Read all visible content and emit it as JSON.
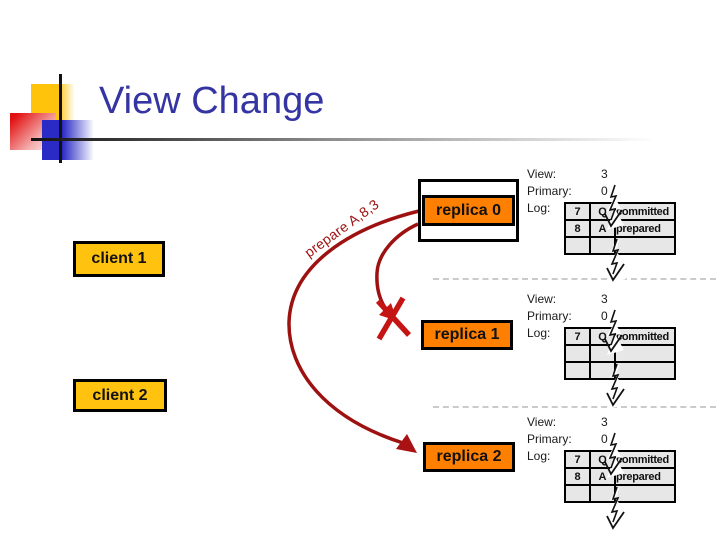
{
  "title": "View Change",
  "clients": [
    {
      "label": "client 1"
    },
    {
      "label": "client 2"
    }
  ],
  "replicas": [
    {
      "label": "replica 0"
    },
    {
      "label": "replica 1"
    },
    {
      "label": "replica 2"
    }
  ],
  "arrow_label": "prepare A,8,3",
  "sections": [
    {
      "view_label": "View:",
      "view": "3",
      "primary_label": "Primary:",
      "primary": "0",
      "log_label": "Log:",
      "rows": [
        [
          "7",
          "Q",
          "committed"
        ],
        [
          "8",
          "A",
          "prepared"
        ],
        [
          "",
          "",
          ""
        ]
      ]
    },
    {
      "view_label": "View:",
      "view": "3",
      "primary_label": "Primary:",
      "primary": "0",
      "log_label": "Log:",
      "rows": [
        [
          "7",
          "Q",
          "committed"
        ],
        [
          "",
          "",
          ""
        ],
        [
          "",
          "",
          ""
        ]
      ]
    },
    {
      "view_label": "View:",
      "view": "3",
      "primary_label": "Primary:",
      "primary": "0",
      "log_label": "Log:",
      "rows": [
        [
          "7",
          "Q",
          "committed"
        ],
        [
          "8",
          "A",
          "prepared"
        ],
        [
          "",
          "",
          ""
        ]
      ]
    }
  ],
  "colors": {
    "title_text": "#3434A3",
    "client_box_fill": "#FFC20E",
    "replica_box_fill": "#FF7F00",
    "arrow_dark_red": "#9E1111",
    "arrow_bright_red": "#C41414",
    "log_table_fill": "#E7E7E7",
    "separator_gray": "#CBCBCB"
  }
}
